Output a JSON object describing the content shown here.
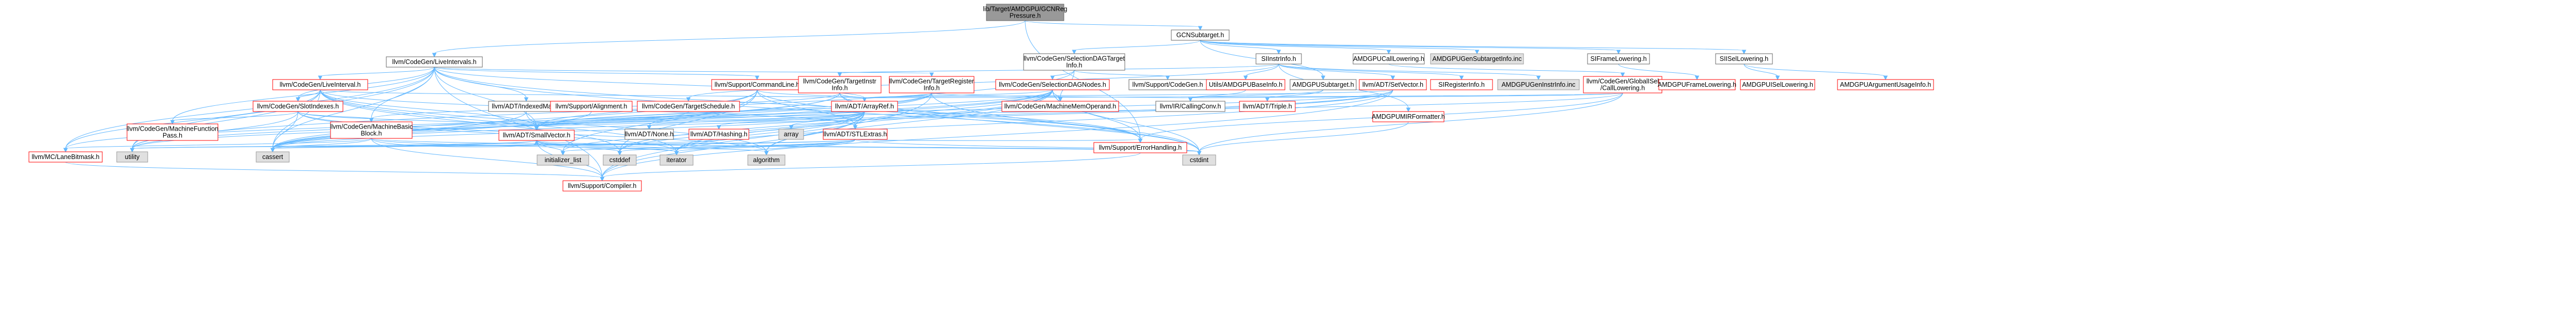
{
  "graph": {
    "nodes": [
      {
        "id": "root",
        "lines": [
          "lib/Target/AMDGPU/GCNReg",
          "Pressure.h"
        ],
        "kind": "root",
        "link": false
      },
      {
        "id": "gcnsubtarget",
        "lines": [
          "GCNSubtarget.h"
        ],
        "kind": "normal",
        "link": true
      },
      {
        "id": "liveintervals",
        "lines": [
          "llvm/CodeGen/LiveIntervals.h"
        ],
        "kind": "normal",
        "link": true
      },
      {
        "id": "selectiondagtarget",
        "lines": [
          "llvm/CodeGen/SelectionDAGTarget",
          "Info.h"
        ],
        "kind": "normal",
        "link": true
      },
      {
        "id": "siinstrinfo",
        "lines": [
          "SIInstrInfo.h"
        ],
        "kind": "normal",
        "link": true
      },
      {
        "id": "amdgpucalllowering",
        "lines": [
          "AMDGPUCallLowering.h"
        ],
        "kind": "normal",
        "link": true
      },
      {
        "id": "amdgpugensubtargetinfo",
        "lines": [
          "AMDGPUGenSubtargetInfo.inc"
        ],
        "kind": "gray",
        "link": false
      },
      {
        "id": "siframelowering",
        "lines": [
          "SIFrameLowering.h"
        ],
        "kind": "normal",
        "link": true
      },
      {
        "id": "siisellowering",
        "lines": [
          "SIISelLowering.h"
        ],
        "kind": "normal",
        "link": true
      },
      {
        "id": "livecodegeninterval",
        "lines": [
          "llvm/CodeGen/LiveInterval.h"
        ],
        "kind": "red",
        "link": true
      },
      {
        "id": "supportcommandline",
        "lines": [
          "llvm/Support/CommandLine.h"
        ],
        "kind": "red",
        "link": true
      },
      {
        "id": "codegentargetinstrinfo",
        "lines": [
          "llvm/CodeGen/TargetInstr",
          "Info.h"
        ],
        "kind": "red",
        "link": true
      },
      {
        "id": "codegentargetregisterinfo",
        "lines": [
          "llvm/CodeGen/TargetRegister",
          "Info.h"
        ],
        "kind": "red",
        "link": true
      },
      {
        "id": "selectiondagnodes",
        "lines": [
          "llvm/CodeGen/SelectionDAGNodes.h"
        ],
        "kind": "red",
        "link": true
      },
      {
        "id": "supportcodegen",
        "lines": [
          "llvm/Support/CodeGen.h"
        ],
        "kind": "normal",
        "link": true
      },
      {
        "id": "utilsamdgpubaseinfo",
        "lines": [
          "Utils/AMDGPUBaseInfo.h"
        ],
        "kind": "red",
        "link": true
      },
      {
        "id": "amdgpusubtarget",
        "lines": [
          "AMDGPUSubtarget.h"
        ],
        "kind": "normal",
        "link": true
      },
      {
        "id": "adtsetvector",
        "lines": [
          "llvm/ADT/SetVector.h"
        ],
        "kind": "red",
        "link": true
      },
      {
        "id": "siregisterinfo",
        "lines": [
          "SIRegisterInfo.h"
        ],
        "kind": "red",
        "link": true
      },
      {
        "id": "amdgpugeninstrinfo",
        "lines": [
          "AMDGPUGenInstrInfo.inc"
        ],
        "kind": "gray",
        "link": false
      },
      {
        "id": "codegenglobalisel",
        "lines": [
          "llvm/CodeGen/GlobalISel",
          "/CallLowering.h"
        ],
        "kind": "red",
        "link": true
      },
      {
        "id": "amdgpuframelowering",
        "lines": [
          "AMDGPUFrameLowering.h"
        ],
        "kind": "red",
        "link": true
      },
      {
        "id": "amdgpuisellowering",
        "lines": [
          "AMDGPUISelLowering.h"
        ],
        "kind": "red",
        "link": true
      },
      {
        "id": "amdgpuargumentusageinfo",
        "lines": [
          "AMDGPUArgumentUsageInfo.h"
        ],
        "kind": "red",
        "link": true
      },
      {
        "id": "codegenslotindexes",
        "lines": [
          "llvm/CodeGen/SlotIndexes.h"
        ],
        "kind": "red",
        "link": true
      },
      {
        "id": "adtindexedmap",
        "lines": [
          "llvm/ADT/IndexedMap.h"
        ],
        "kind": "normal",
        "link": true
      },
      {
        "id": "supportalignment",
        "lines": [
          "llvm/Support/Alignment.h"
        ],
        "kind": "red",
        "link": true
      },
      {
        "id": "codegentargetschedule",
        "lines": [
          "llvm/CodeGen/TargetSchedule.h"
        ],
        "kind": "red",
        "link": true
      },
      {
        "id": "adtarrayref",
        "lines": [
          "llvm/ADT/ArrayRef.h"
        ],
        "kind": "red",
        "link": true
      },
      {
        "id": "codegenmachinememoperand",
        "lines": [
          "llvm/CodeGen/MachineMemOperand.h"
        ],
        "kind": "red",
        "link": true
      },
      {
        "id": "ircallingconv",
        "lines": [
          "llvm/IR/CallingConv.h"
        ],
        "kind": "normal",
        "link": true
      },
      {
        "id": "adttriple",
        "lines": [
          "llvm/ADT/Triple.h"
        ],
        "kind": "red",
        "link": true
      },
      {
        "id": "amdgpumirformatter",
        "lines": [
          "AMDGPUMIRFormatter.h"
        ],
        "kind": "red",
        "link": true
      },
      {
        "id": "codegenmachinefunctionpass",
        "lines": [
          "llvm/CodeGen/MachineFunction",
          "Pass.h"
        ],
        "kind": "red",
        "link": true
      },
      {
        "id": "codegenmachinebasicblock",
        "lines": [
          "llvm/CodeGen/MachineBasic",
          "Block.h"
        ],
        "kind": "red",
        "link": true
      },
      {
        "id": "adtsmallvector",
        "lines": [
          "llvm/ADT/SmallVector.h"
        ],
        "kind": "red",
        "link": true
      },
      {
        "id": "adtnone",
        "lines": [
          "llvm/ADT/None.h"
        ],
        "kind": "normal",
        "link": true
      },
      {
        "id": "adthashing",
        "lines": [
          "llvm/ADT/Hashing.h"
        ],
        "kind": "red",
        "link": true
      },
      {
        "id": "array",
        "lines": [
          "array"
        ],
        "kind": "gray",
        "link": false
      },
      {
        "id": "adtstlextras",
        "lines": [
          "llvm/ADT/STLExtras.h"
        ],
        "kind": "red",
        "link": true
      },
      {
        "id": "supporterrorhandling",
        "lines": [
          "llvm/Support/ErrorHandling.h"
        ],
        "kind": "red",
        "link": true
      },
      {
        "id": "cstdint",
        "lines": [
          "cstdint"
        ],
        "kind": "gray",
        "link": false
      },
      {
        "id": "mclanebitmask",
        "lines": [
          "llvm/MC/LaneBitmask.h"
        ],
        "kind": "red",
        "link": true
      },
      {
        "id": "utility",
        "lines": [
          "utility"
        ],
        "kind": "gray",
        "link": false
      },
      {
        "id": "cassert",
        "lines": [
          "cassert"
        ],
        "kind": "gray",
        "link": false
      },
      {
        "id": "initializer_list",
        "lines": [
          "initializer_list"
        ],
        "kind": "gray",
        "link": false
      },
      {
        "id": "cstddef",
        "lines": [
          "cstddef"
        ],
        "kind": "gray",
        "link": false
      },
      {
        "id": "iterator",
        "lines": [
          "iterator"
        ],
        "kind": "gray",
        "link": false
      },
      {
        "id": "algorithm",
        "lines": [
          "algorithm"
        ],
        "kind": "gray",
        "link": false
      },
      {
        "id": "supportcompiler",
        "lines": [
          "llvm/Support/Compiler.h"
        ],
        "kind": "red",
        "link": true
      }
    ],
    "edges": [
      [
        "root",
        "gcnsubtarget"
      ],
      [
        "root",
        "liveintervals"
      ],
      [
        "root",
        "supporterrorhandling"
      ],
      [
        "gcnsubtarget",
        "amdgpucalllowering"
      ],
      [
        "gcnsubtarget",
        "amdgpusubtarget"
      ],
      [
        "gcnsubtarget",
        "siframelowering"
      ],
      [
        "gcnsubtarget",
        "siisellowering"
      ],
      [
        "gcnsubtarget",
        "selectiondagtarget"
      ],
      [
        "gcnsubtarget",
        "amdgpugensubtargetinfo"
      ],
      [
        "gcnsubtarget",
        "siinstrinfo"
      ],
      [
        "liveintervals",
        "adtarrayref"
      ],
      [
        "liveintervals",
        "adtindexedmap"
      ],
      [
        "liveintervals",
        "adtsmallvector"
      ],
      [
        "liveintervals",
        "livecodegeninterval"
      ],
      [
        "liveintervals",
        "codegenmachinebasicblock"
      ],
      [
        "liveintervals",
        "codegenmachinefunctionpass"
      ],
      [
        "liveintervals",
        "codegenslotindexes"
      ],
      [
        "liveintervals",
        "codegentargetregisterinfo"
      ],
      [
        "liveintervals",
        "mclanebitmask"
      ],
      [
        "liveintervals",
        "supportcommandline"
      ],
      [
        "liveintervals",
        "supportcompiler"
      ],
      [
        "liveintervals",
        "supporterrorhandling"
      ],
      [
        "liveintervals",
        "cassert"
      ],
      [
        "liveintervals",
        "cstdint"
      ],
      [
        "liveintervals",
        "utility"
      ],
      [
        "selectiondagtarget",
        "codegenmachinememoperand"
      ],
      [
        "selectiondagtarget",
        "selectiondagnodes"
      ],
      [
        "selectiondagtarget",
        "supportcodegen"
      ],
      [
        "selectiondagtarget",
        "utility"
      ],
      [
        "siinstrinfo",
        "amdgpumirformatter"
      ],
      [
        "siinstrinfo",
        "siregisterinfo"
      ],
      [
        "siinstrinfo",
        "utilsamdgpubaseinfo"
      ],
      [
        "siinstrinfo",
        "adtsetvector"
      ],
      [
        "siinstrinfo",
        "codegentargetinstrinfo"
      ],
      [
        "siinstrinfo",
        "codegentargetschedule"
      ],
      [
        "siinstrinfo",
        "amdgpugeninstrinfo"
      ],
      [
        "amdgpucalllowering",
        "codegenglobalisel"
      ],
      [
        "siframelowering",
        "amdgpuframelowering"
      ],
      [
        "siisellowering",
        "amdgpuisellowering"
      ],
      [
        "siisellowering",
        "amdgpuargumentusageinfo"
      ],
      [
        "livecodegeninterval",
        "adtarrayref"
      ],
      [
        "livecodegeninterval",
        "adtstlextras"
      ],
      [
        "livecodegeninterval",
        "adtsmallvector"
      ],
      [
        "livecodegeninterval",
        "codegenslotindexes"
      ],
      [
        "livecodegeninterval",
        "mclanebitmask"
      ],
      [
        "livecodegeninterval",
        "supportallocator"
      ],
      [
        "livecodegeninterval",
        "supportmathextras"
      ],
      [
        "livecodegeninterval",
        "algorithm"
      ],
      [
        "livecodegeninterval",
        "cassert"
      ],
      [
        "livecodegeninterval",
        "cstddef"
      ],
      [
        "livecodegeninterval",
        "functional"
      ],
      [
        "livecodegeninterval",
        "iterator"
      ],
      [
        "livecodegeninterval",
        "utility"
      ],
      [
        "supportcommandline",
        "adtarrayref"
      ],
      [
        "supportcommandline",
        "adtstlextras"
      ],
      [
        "supportcommandline",
        "adtsmallvector"
      ],
      [
        "supportcommandline",
        "supporterrorhandling"
      ],
      [
        "supportcommandline",
        "cassert"
      ],
      [
        "supportcommandline",
        "cstddef"
      ],
      [
        "supportcommandline",
        "initializer_list"
      ],
      [
        "codegentargetinstrinfo",
        "adtarrayref"
      ],
      [
        "codegentargetinstrinfo",
        "adtnone"
      ],
      [
        "codegentargetinstrinfo",
        "codegenmachinebasicblock"
      ],
      [
        "codegentargetinstrinfo",
        "supporterrorhandling"
      ],
      [
        "codegentargetinstrinfo",
        "cassert"
      ],
      [
        "codegentargetinstrinfo",
        "cstdint"
      ],
      [
        "codegentargetregisterinfo",
        "adtarrayref"
      ],
      [
        "codegentargetregisterinfo",
        "adtsmallvector"
      ],
      [
        "codegentargetregisterinfo",
        "mclanebitmask"
      ],
      [
        "codegentargetregisterinfo",
        "ircallingconv"
      ],
      [
        "codegentargetregisterinfo",
        "supportcompiler"
      ],
      [
        "codegentargetregisterinfo",
        "cassert"
      ],
      [
        "codegentargetregisterinfo",
        "cstdint"
      ],
      [
        "selectiondagnodes",
        "adtarrayref"
      ],
      [
        "selectiondagnodes",
        "adtstlextras"
      ],
      [
        "selectiondagnodes",
        "adtsmallvector"
      ],
      [
        "selectiondagnodes",
        "codegenmachinememoperand"
      ],
      [
        "selectiondagnodes",
        "supporterrorhandling"
      ],
      [
        "selectiondagnodes",
        "algorithm"
      ],
      [
        "selectiondagnodes",
        "cassert"
      ],
      [
        "selectiondagnodes",
        "cstddef"
      ],
      [
        "selectiondagnodes",
        "cstdint"
      ],
      [
        "selectiondagnodes",
        "iterator"
      ],
      [
        "selectiondagnodes",
        "utility"
      ],
      [
        "utilsamdgpubaseinfo",
        "ircallingconv"
      ],
      [
        "amdgpusubtarget",
        "ircallingconv"
      ],
      [
        "amdgpusubtarget",
        "adttriple"
      ],
      [
        "adtsetvector",
        "adtarrayref"
      ],
      [
        "adtsetvector",
        "adtsmallvector"
      ],
      [
        "adtsetvector",
        "supportcompiler"
      ],
      [
        "adtsetvector",
        "cassert"
      ],
      [
        "adtsetvector",
        "iterator"
      ],
      [
        "adtsetvector",
        "utility"
      ],
      [
        "codegenglobalisel",
        "adtarrayref"
      ],
      [
        "codegenglobalisel",
        "adtsmallvector"
      ],
      [
        "codegenglobalisel",
        "ircallingconv"
      ],
      [
        "codegenglobalisel",
        "supporterrorhandling"
      ],
      [
        "codegenglobalisel",
        "cstdint"
      ],
      [
        "amdgpumirformatter",
        "cstdint"
      ],
      [
        "codegenslotindexes",
        "adtsmallvector"
      ],
      [
        "codegenslotindexes",
        "codegenmachinebasicblock"
      ],
      [
        "codegenslotindexes",
        "codegenmachinefunctionpass"
      ],
      [
        "codegenslotindexes",
        "supportallocator"
      ],
      [
        "codegenslotindexes",
        "algorithm"
      ],
      [
        "codegenslotindexes",
        "cassert"
      ],
      [
        "codegenslotindexes",
        "iterator"
      ],
      [
        "codegenslotindexes",
        "utility"
      ],
      [
        "adtindexedmap",
        "adtsmallvector"
      ],
      [
        "adtindexedmap",
        "cassert"
      ],
      [
        "supportalignment",
        "cassert"
      ],
      [
        "supportalignment",
        "supportmathextras"
      ],
      [
        "codegentargetschedule",
        "adtsmallvector"
      ],
      [
        "adtarrayref",
        "adthashing"
      ],
      [
        "adtarrayref",
        "adtnone"
      ],
      [
        "adtarrayref",
        "adtstlextras"
      ],
      [
        "adtarrayref",
        "adtsmallvector"
      ],
      [
        "adtarrayref",
        "supportcompiler"
      ],
      [
        "adtarrayref",
        "algorithm"
      ],
      [
        "adtarrayref",
        "array"
      ],
      [
        "adtarrayref",
        "cassert"
      ],
      [
        "adtarrayref",
        "cstddef"
      ],
      [
        "adtarrayref",
        "initializer_list"
      ],
      [
        "adtarrayref",
        "iterator"
      ],
      [
        "codegenmachinebasicblock",
        "adtsmallvector"
      ],
      [
        "codegenmachinebasicblock",
        "mclanebitmask"
      ],
      [
        "codegenmachinebasicblock",
        "supportcompiler"
      ],
      [
        "codegenmachinebasicblock",
        "cassert"
      ],
      [
        "codegenmachinebasicblock",
        "cstdint"
      ],
      [
        "codegenmachinebasicblock",
        "iterator"
      ],
      [
        "adtsmallvector",
        "supportcompiler"
      ],
      [
        "adtsmallvector",
        "algorithm"
      ],
      [
        "adtsmallvector",
        "cassert"
      ],
      [
        "adtsmallvector",
        "cstddef"
      ],
      [
        "adtsmallvector",
        "cstdint"
      ],
      [
        "adtsmallvector",
        "initializer_list"
      ],
      [
        "adtsmallvector",
        "iterator"
      ],
      [
        "adtsmallvector",
        "utility"
      ],
      [
        "adthashing",
        "cassert"
      ],
      [
        "adtstlextras",
        "supporterrorhandling"
      ],
      [
        "adtstlextras",
        "algorithm"
      ],
      [
        "adtstlextras",
        "cassert"
      ],
      [
        "adtstlextras",
        "cstddef"
      ],
      [
        "adtstlextras",
        "cstdint"
      ],
      [
        "adtstlextras",
        "initializer_list"
      ],
      [
        "adtstlextras",
        "iterator"
      ],
      [
        "adtstlextras",
        "utility"
      ],
      [
        "supporterrorhandling",
        "supportcompiler"
      ],
      [
        "mclanebitmask",
        "supportcompiler"
      ]
    ]
  },
  "colors": {
    "edge": "#63b8ff",
    "root_fill": "#999999",
    "normal_border": "#666666",
    "red_border": "#ff0000",
    "gray_fill": "#e0e0e0",
    "gray_border": "#999999",
    "fill": "#ffffff"
  }
}
